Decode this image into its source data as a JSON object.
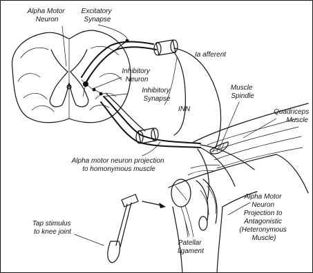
{
  "labels": {
    "alpha_motor_neuron": [
      "Alpha Motor",
      "Neuron"
    ],
    "excitatory_synapse": [
      "Excitatory",
      "Synapse"
    ],
    "ia_afferent": "Ia afferent",
    "inhibitory_neuron": [
      "Inhibitory",
      "Neuron"
    ],
    "inhibitory_synapse": [
      "Inhibitory",
      "Synapse"
    ],
    "inn": "INN",
    "muscle_spindle": [
      "Muscle",
      "Spindle"
    ],
    "quadriceps_muscle": [
      "Quadriceps",
      "Muscle"
    ],
    "alpha_projection_homonymous": [
      "Alpha motor neuron projection",
      "to homonymous muscle"
    ],
    "tap_stimulus": [
      "Tap stimulus",
      "to knee joint"
    ],
    "patellar_ligament": [
      "Patellar",
      "ligament"
    ],
    "alpha_projection_antagonistic": [
      "Alpha Motor",
      "Neuron",
      "Projection to",
      "Antagonistic",
      "(Heteronymous",
      "Muscle)"
    ]
  }
}
